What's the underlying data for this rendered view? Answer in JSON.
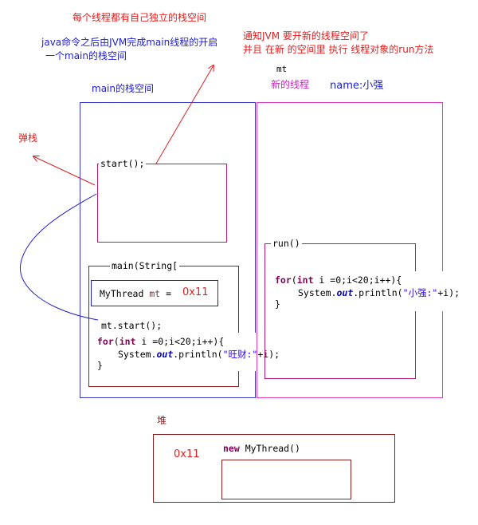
{
  "notes": {
    "thread_own_stack": "每个线程都有自己独立的栈空间",
    "java_cmd_line1": "java命令之后由JVM完成main线程的开启",
    "java_cmd_line2": "一个main的栈空间",
    "notify_line1": "通知JVM 要开新的线程空间了",
    "notify_line2": "并且 在新 的空间里 执行 线程对象的run方法",
    "pop_stack": "弹栈"
  },
  "main_stack": {
    "label": "main的栈空间",
    "start_frame": "start();",
    "main_frame_title": "main(String[",
    "mythread_decl": {
      "type": "MyThread",
      "var": "mt",
      "eq": " = ",
      "addr": "0x11"
    },
    "mt_start": "mt.start();",
    "loop": {
      "for_kw": "for",
      "int_kw": "int",
      "head": " i =0;i<20;i++){",
      "sys": "System.",
      "out": "out",
      "println": ".println(",
      "str": "\"旺财:\"",
      "tail": "+i);",
      "close": "}"
    }
  },
  "new_thread": {
    "var": "mt",
    "label": "新的线程",
    "name": "name:小强",
    "run_frame": "run()",
    "loop": {
      "for_kw": "for",
      "int_kw": "int",
      "head": " i =0;i<20;i++){",
      "sys": "System.",
      "out": "out",
      "println": ".println(",
      "str": "\"小强:\"",
      "tail": "+i);",
      "close": "}"
    }
  },
  "heap": {
    "label": "堆",
    "addr": "0x11",
    "new_kw": "new",
    "object": " MyThread()"
  },
  "colors": {
    "red": "#e02020",
    "blue": "#2020d0",
    "magenta": "#d020c0",
    "dark_red": "#8b2020"
  }
}
